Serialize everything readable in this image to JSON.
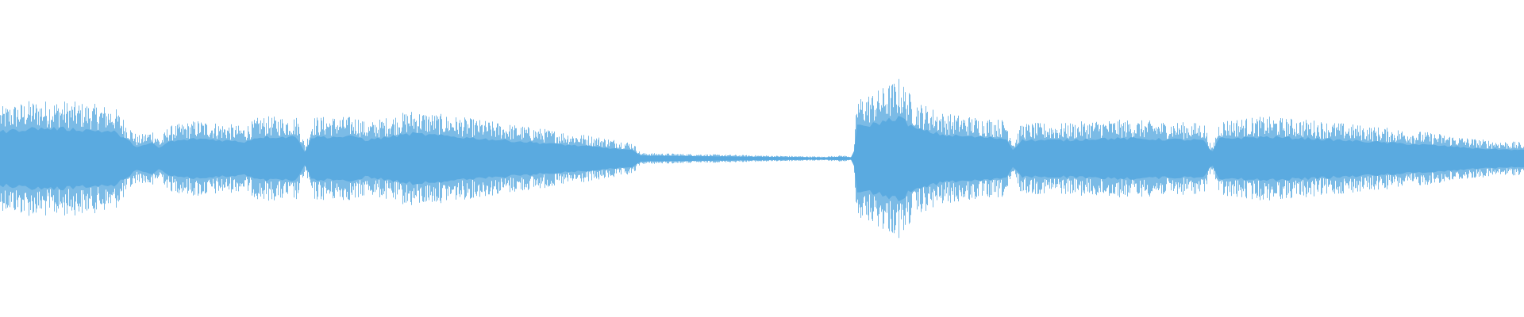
{
  "waveform": {
    "color": "#5aaae0",
    "background": "#ffffff",
    "envelope": [
      [
        0.0,
        0.32
      ],
      [
        0.02,
        0.36
      ],
      [
        0.04,
        0.36
      ],
      [
        0.06,
        0.34
      ],
      [
        0.075,
        0.32
      ],
      [
        0.09,
        0.14
      ],
      [
        0.1,
        0.18
      ],
      [
        0.105,
        0.12
      ],
      [
        0.11,
        0.2
      ],
      [
        0.13,
        0.24
      ],
      [
        0.16,
        0.2
      ],
      [
        0.17,
        0.26
      ],
      [
        0.195,
        0.26
      ],
      [
        0.2,
        0.08
      ],
      [
        0.205,
        0.26
      ],
      [
        0.235,
        0.26
      ],
      [
        0.24,
        0.22
      ],
      [
        0.27,
        0.3
      ],
      [
        0.3,
        0.26
      ],
      [
        0.33,
        0.22
      ],
      [
        0.36,
        0.18
      ],
      [
        0.39,
        0.14
      ],
      [
        0.415,
        0.1
      ],
      [
        0.42,
        0.035
      ],
      [
        0.47,
        0.025
      ],
      [
        0.54,
        0.012
      ],
      [
        0.552,
        0.02
      ],
      [
        0.56,
        0.012
      ],
      [
        0.562,
        0.38
      ],
      [
        0.575,
        0.42
      ],
      [
        0.59,
        0.5
      ],
      [
        0.6,
        0.36
      ],
      [
        0.62,
        0.28
      ],
      [
        0.64,
        0.26
      ],
      [
        0.66,
        0.24
      ],
      [
        0.665,
        0.1
      ],
      [
        0.67,
        0.22
      ],
      [
        0.7,
        0.22
      ],
      [
        0.72,
        0.24
      ],
      [
        0.74,
        0.24
      ],
      [
        0.79,
        0.22
      ],
      [
        0.795,
        0.06
      ],
      [
        0.8,
        0.24
      ],
      [
        0.83,
        0.26
      ],
      [
        0.86,
        0.24
      ],
      [
        0.9,
        0.2
      ],
      [
        0.94,
        0.16
      ],
      [
        0.97,
        0.12
      ],
      [
        1.0,
        0.1
      ]
    ],
    "dense_core_ratio": 0.55
  }
}
